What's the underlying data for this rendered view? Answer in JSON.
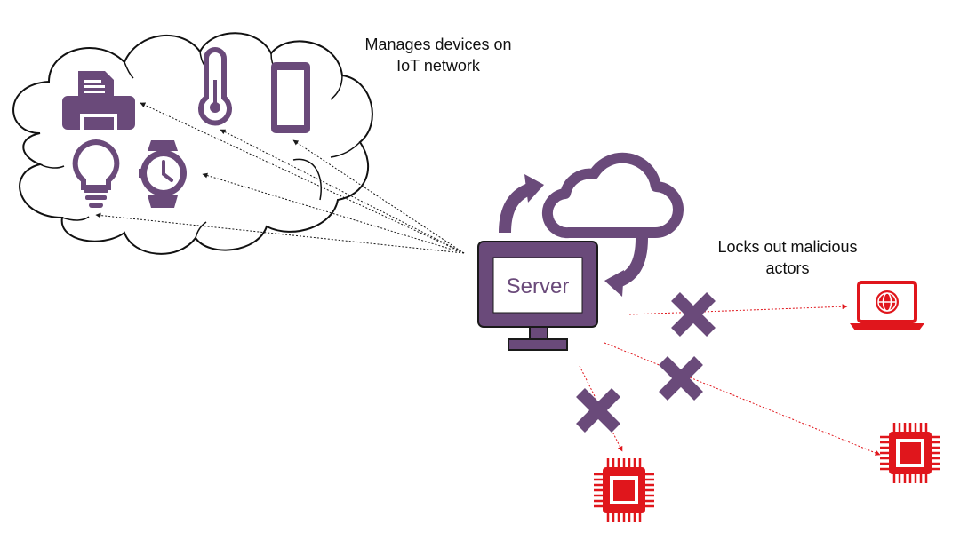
{
  "labels": {
    "manages_line1": "Manages devices on",
    "manages_line2": "IoT network",
    "locks_line1": "Locks out malicious",
    "locks_line2": "actors",
    "server": "Server"
  },
  "colors": {
    "purple": "#6a4a7a",
    "red": "#e0161c",
    "dark": "#1a1a1a"
  },
  "icons": [
    "printer-icon",
    "thermometer-icon",
    "smartphone-icon",
    "lightbulb-icon",
    "smartwatch-icon",
    "cloud-sync-icon",
    "laptop-globe-icon",
    "chip-icon",
    "x-mark-icon"
  ]
}
